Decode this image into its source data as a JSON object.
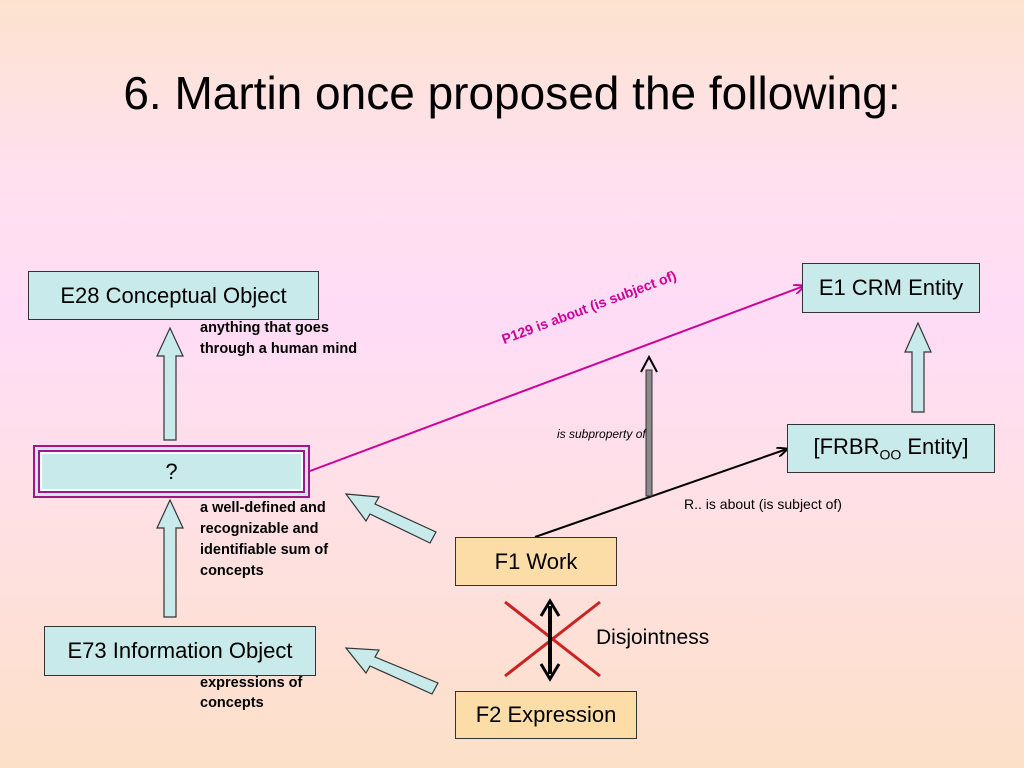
{
  "slide": {
    "title": "6. Martin once proposed the following:"
  },
  "nodes": {
    "e28": "E28 Conceptual Object",
    "unknown": "?",
    "e73": "E73 Information Object",
    "e1": "E1 CRM Entity",
    "frbr_main": "[FRBR",
    "frbr_sub": "OO",
    "frbr_tail": " Entity]",
    "f1": "F1 Work",
    "f2": "F2 Expression"
  },
  "notes": {
    "e28_line1": "anything that goes",
    "e28_line2": "through a human mind",
    "q_line1": "a well-defined and",
    "q_line2": "recognizable and",
    "q_line3": "identifiable sum of",
    "q_line4": "concepts",
    "e73_line1": "expressions of",
    "e73_line2": "concepts"
  },
  "edges": {
    "p129": "P129 is about (is subject of)",
    "subproperty": "is subproperty of",
    "r_about": "R.. is about (is subject of)",
    "disjointness": "Disjointness"
  },
  "colors": {
    "entity_box": "#c8eaea",
    "frbr_box": "#fcdda8",
    "p129_line": "#cc0099",
    "disjoint_cross": "#cc2222"
  }
}
